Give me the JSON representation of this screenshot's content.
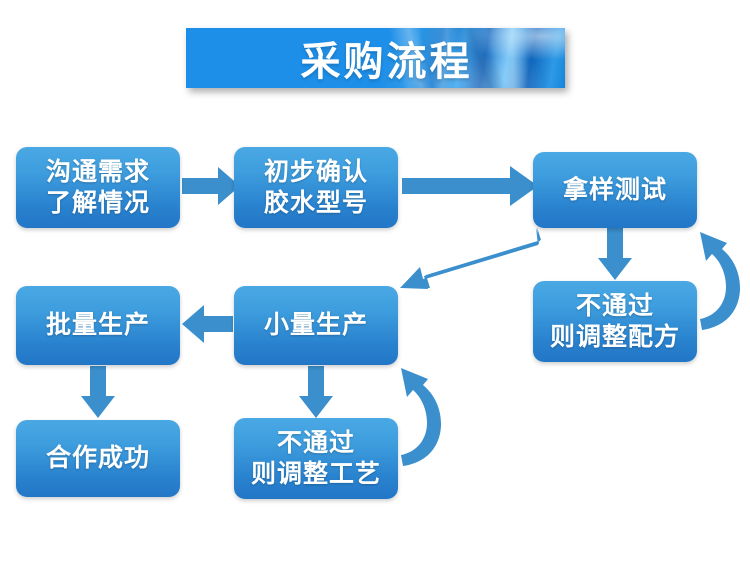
{
  "page": {
    "title": "采购流程",
    "background_color": "#ffffff"
  },
  "banner": {
    "title": "采购流程",
    "background_color": "#1e8fe8",
    "text_color": "#ffffff"
  },
  "theme": {
    "box_fill_top": "#4aa8e4",
    "box_fill_bottom": "#2276c6",
    "arrow_color": "#3a8fcc",
    "box_text_color": "#ffffff"
  },
  "flowchart": {
    "type": "process-flow",
    "nodes": [
      {
        "id": "n1",
        "lines": [
          "沟通需求",
          "了解情况"
        ]
      },
      {
        "id": "n2",
        "lines": [
          "初步确认",
          "胶水型号"
        ]
      },
      {
        "id": "n3",
        "lines": [
          "拿样测试"
        ]
      },
      {
        "id": "n4",
        "lines": [
          "不通过",
          "则调整配方"
        ]
      },
      {
        "id": "n5",
        "lines": [
          "小量生产"
        ]
      },
      {
        "id": "n6",
        "lines": [
          "批量生产"
        ]
      },
      {
        "id": "n7",
        "lines": [
          "不通过",
          "则调整工艺"
        ]
      },
      {
        "id": "n8",
        "lines": [
          "合作成功"
        ]
      }
    ],
    "edges": [
      {
        "from": "n1",
        "to": "n2",
        "style": "straight-right"
      },
      {
        "from": "n2",
        "to": "n3",
        "style": "straight-right"
      },
      {
        "from": "n3",
        "to": "n4",
        "style": "straight-down"
      },
      {
        "from": "n4",
        "to": "n3",
        "style": "curved-loop-up"
      },
      {
        "from": "n3",
        "to": "n5",
        "style": "diagonal-down-left"
      },
      {
        "from": "n5",
        "to": "n6",
        "style": "straight-left"
      },
      {
        "from": "n5",
        "to": "n7",
        "style": "straight-down"
      },
      {
        "from": "n7",
        "to": "n5",
        "style": "curved-loop-up"
      },
      {
        "from": "n6",
        "to": "n8",
        "style": "straight-down"
      }
    ]
  }
}
